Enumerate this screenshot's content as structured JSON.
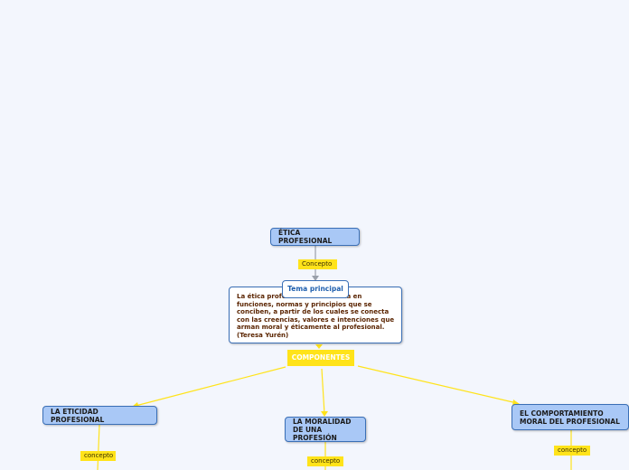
{
  "map": {
    "root": {
      "label": "ÉTICA PROFESIONAL"
    },
    "root_link": {
      "label": "Concepto"
    },
    "main_topic": {
      "label": "Tema principal"
    },
    "definition": {
      "text": "La ética profesional se sustenta en funciones, normas y principios que se conciben, a partir de los cuales se conecta con las creencias, valores e intenciones que arman moral y éticamente al profesional. (Teresa Yurén)"
    },
    "components": {
      "label": "COMPONENTES"
    },
    "branches": [
      {
        "label": "LA ETICIDAD PROFESIONAL",
        "link": "concepto"
      },
      {
        "label": "LA MORALIDAD DE UNA PROFESIÓN",
        "link": "concepto"
      },
      {
        "label": "EL COMPORTAMIENTO MORAL DEL PROFESIONAL",
        "link": "concepto"
      }
    ]
  },
  "colors": {
    "background": "#f3f6fd",
    "node_fill": "#a9c8f6",
    "node_border": "#3a6fb6",
    "link_tag": "#ffe31a",
    "connector_yellow": "#ffe31a",
    "connector_gray": "#9aa0aa"
  }
}
